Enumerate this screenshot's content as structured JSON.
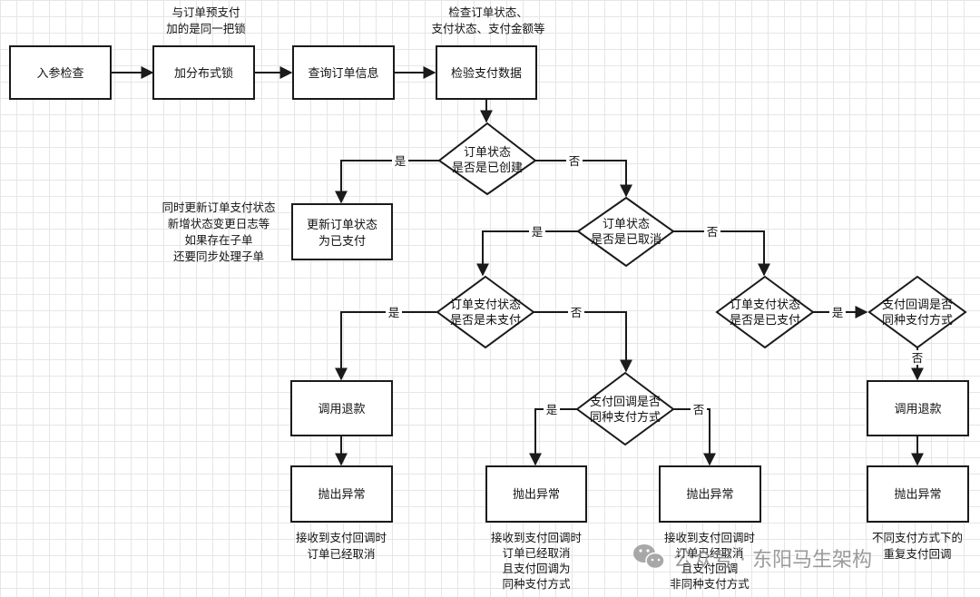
{
  "boxes": {
    "param_check": "入参检查",
    "dist_lock": "加分布式锁",
    "query_order": "查询订单信息",
    "verify_payment": "检验支付数据",
    "update_status": [
      "更新订单状态",
      "为已支付"
    ],
    "refund_a": "调用退款",
    "throw_a": "抛出异常",
    "throw_b": "抛出异常",
    "throw_c": "抛出异常",
    "refund_d": "调用退款",
    "throw_d": "抛出异常"
  },
  "diamonds": {
    "is_created": [
      "订单状态",
      "是否是已创建"
    ],
    "is_cancelled": [
      "订单状态",
      "是否是已取消"
    ],
    "is_unpaid": [
      "订单支付状态",
      "是否是未支付"
    ],
    "same_method_b": [
      "支付回调是否",
      "同种支付方式"
    ],
    "is_paid": [
      "订单支付状态",
      "是否是已支付"
    ],
    "same_method_d": [
      "支付回调是否",
      "同种支付方式"
    ]
  },
  "notes": {
    "lock_note": [
      "与订单预支付",
      "加的是同一把锁"
    ],
    "verify_note": [
      "检查订单状态、",
      "支付状态、支付金额等"
    ],
    "update_note": [
      "同时更新订单支付状态",
      "新增状态变更日志等",
      "如果存在子单",
      "还要同步处理子单"
    ],
    "throw_a_note": [
      "接收到支付回调时",
      "订单已经取消"
    ],
    "throw_b_note": [
      "接收到支付回调时",
      "订单已经取消",
      "且支付回调为",
      "同种支付方式"
    ],
    "throw_c_note": [
      "接收到支付回调时",
      "订单已经取消",
      "且支付回调",
      "非同种支付方式"
    ],
    "throw_d_note": [
      "不同支付方式下的",
      "重复支付回调"
    ]
  },
  "labels": {
    "yes": "是",
    "no": "否"
  },
  "watermark": "公众号 · 东阳马生架构",
  "colors": {
    "stroke": "#1a1a1a",
    "grid": "#e6e6e6",
    "watermark": "#8a8a8a"
  }
}
